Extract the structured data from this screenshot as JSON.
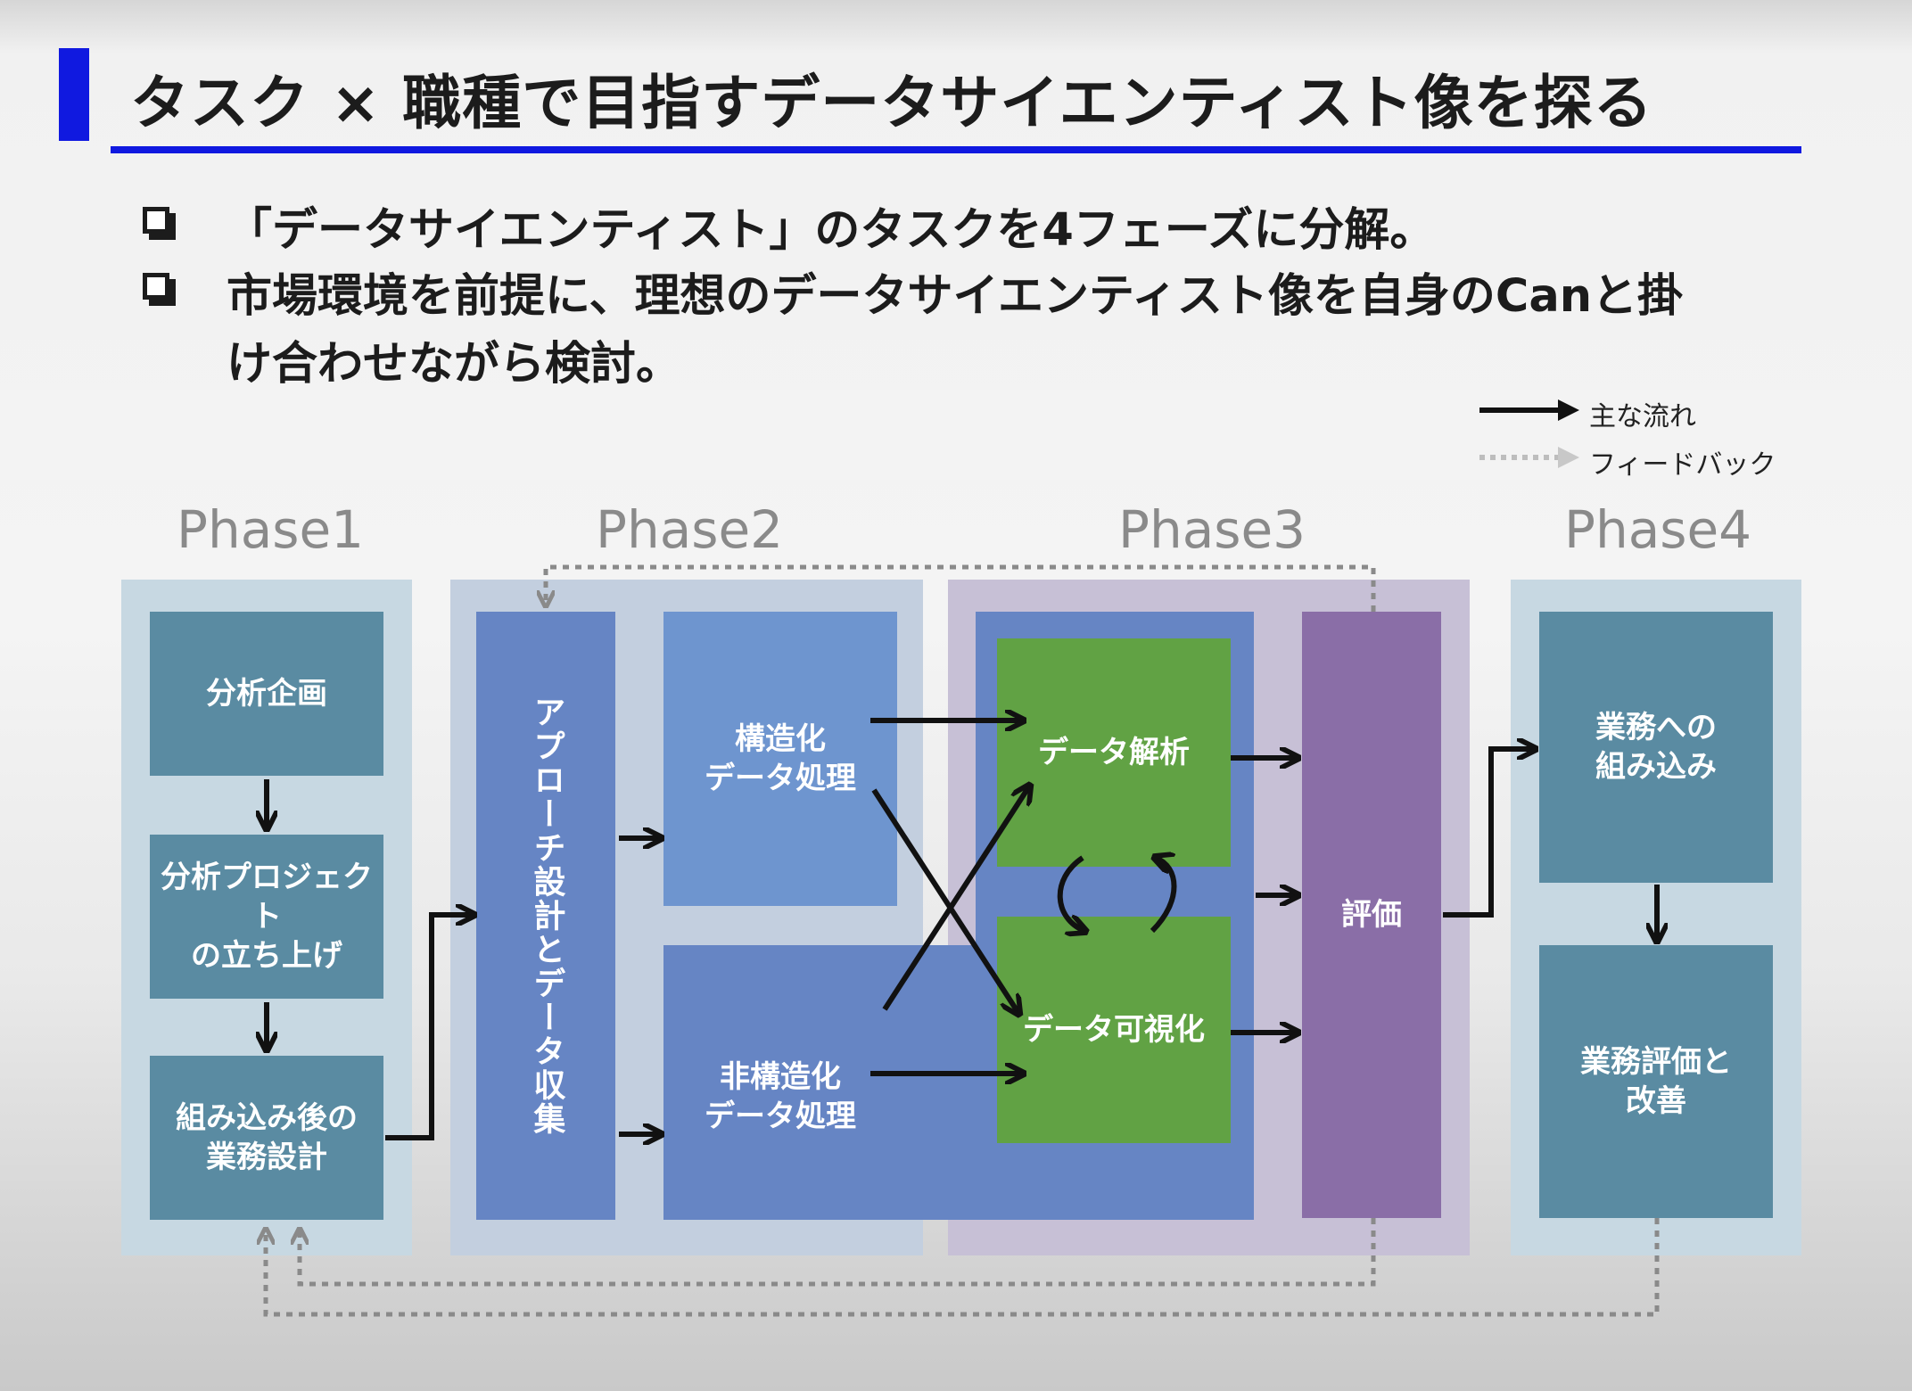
{
  "header": {
    "title": "タスク × 職種で目指すデータサイエンティスト像を探る"
  },
  "bullets": [
    {
      "line1": "「データサイエンティスト」のタスクを4フェーズに分解。",
      "line2": ""
    },
    {
      "line1": "市場環境を前提に、理想のデータサイエンティスト像を自身のCanと掛",
      "line2": "け合わせながら検討。"
    }
  ],
  "legend": {
    "main_flow": "主な流れ",
    "feedback": "フィードバック"
  },
  "phases": [
    "Phase1",
    "Phase2",
    "Phase3",
    "Phase4"
  ],
  "boxes": {
    "p1_a": "分析企画",
    "p1_b_1": "分析プロジェクト",
    "p1_b_2": "の立ち上げ",
    "p1_c_1": "組み込み後の",
    "p1_c_2": "業務設計",
    "p2_approach": "アプローチ設計とデータ収集",
    "p2_struct_1": "構造化",
    "p2_struct_2": "データ処理",
    "p2_unstruct_1": "非構造化",
    "p2_unstruct_2": "データ処理",
    "p3_analysis": "データ解析",
    "p3_visual": "データ可視化",
    "p3_eval": "評価",
    "p4_a_1": "業務への",
    "p4_a_2": "組み込み",
    "p4_b_1": "業務評価と",
    "p4_b_2": "改善"
  },
  "colors": {
    "accent": "#1019e0",
    "teal": "#5a8ba2",
    "blue": "#6e95cf",
    "green": "#61a244",
    "purple": "#8a6ea7"
  }
}
